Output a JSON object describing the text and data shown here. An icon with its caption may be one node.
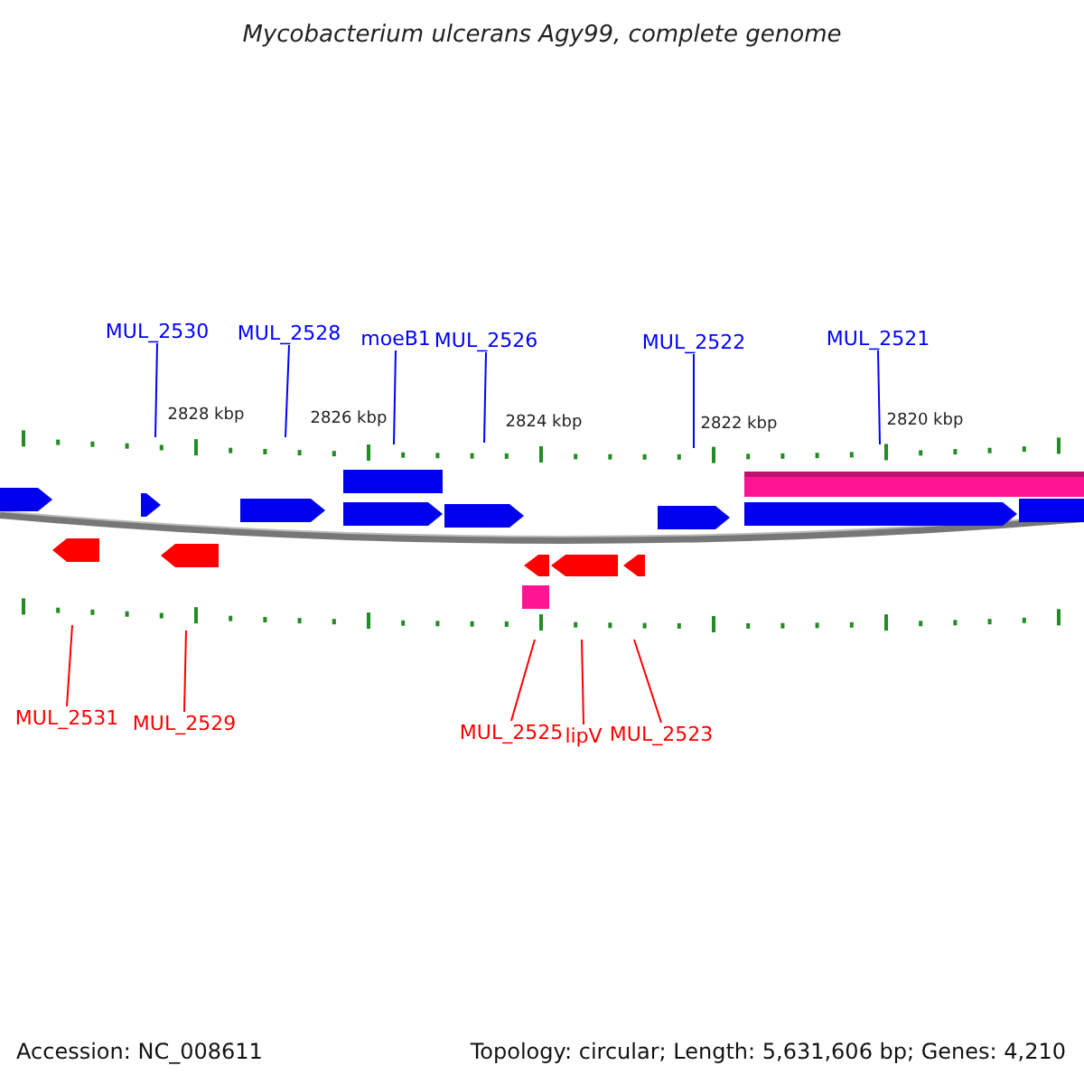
{
  "diagram": {
    "title": "Mycobacterium ulcerans Agy99, complete genome",
    "nodes": [
      {
        "text": [
          "MUL_2530"
        ]
      },
      {
        "text": [
          "MUL_2528"
        ]
      },
      {
        "text": [
          "moeB1"
        ]
      },
      {
        "text": [
          "MUL_2526"
        ]
      },
      {
        "text": [
          "MUL_2522"
        ]
      },
      {
        "text": [
          "MUL_2521"
        ]
      },
      {
        "text": [
          "MUL_2531"
        ]
      },
      {
        "text": [
          "MUL_2529"
        ]
      },
      {
        "text": [
          "MUL_2525"
        ]
      },
      {
        "text": [
          "lipV"
        ]
      },
      {
        "text": [
          "MUL_2523"
        ]
      }
    ],
    "edges": [
      {
        "from": 0,
        "to": null,
        "arrow": "none"
      },
      {
        "from": 1,
        "to": null,
        "arrow": "none"
      },
      {
        "from": 2,
        "to": null,
        "arrow": "none"
      },
      {
        "from": 3,
        "to": null,
        "arrow": "none"
      },
      {
        "from": 4,
        "to": null,
        "arrow": "none"
      },
      {
        "from": 5,
        "to": null,
        "arrow": "none"
      },
      {
        "from": 6,
        "to": null,
        "arrow": "none",
        "color": "#ff0000"
      },
      {
        "from": 7,
        "to": null,
        "arrow": "none",
        "color": "#ff0000"
      },
      {
        "from": 8,
        "to": null,
        "arrow": "none",
        "color": "#ff0000"
      },
      {
        "from": 9,
        "to": null,
        "arrow": "none",
        "color": "#ff0000"
      },
      {
        "from": 10,
        "to": null,
        "arrow": "none",
        "color": "#ff0000"
      }
    ],
    "labels": [
      "2828 kbp",
      "2826 kbp",
      "2824 kbp",
      "2822 kbp",
      "2820 kbp",
      "Accession: NC_008611",
      "Topology: circular; Length: 5,631,606 bp; Genes: 4,210"
    ]
  }
}
